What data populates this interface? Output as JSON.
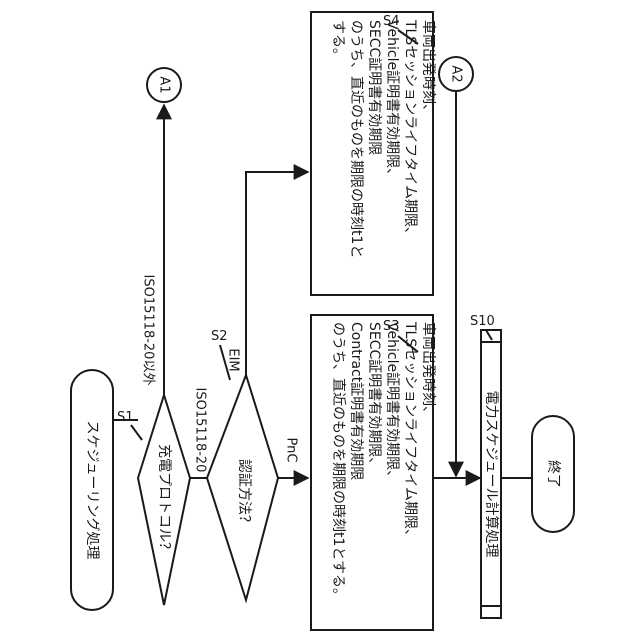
{
  "start_label": "スケジューリング処理",
  "end_label": "終了",
  "connectors": {
    "a1": "A1",
    "a2": "A2"
  },
  "steps": {
    "s1": "S1",
    "s2": "S2",
    "s3": "S3",
    "s4": "S4",
    "s10": "S10"
  },
  "decisions": {
    "protocol": "充電プロトコル？",
    "auth": "認証方法？"
  },
  "branches": {
    "iso_other": "ISO15118-20以外",
    "iso": "ISO15118-20",
    "eim": "EIM",
    "pnc": "PnC"
  },
  "process_s3": {
    "lines": [
      "車両出発時刻、",
      "TLSセッションライフタイム期限、",
      "Vehicle証明書有効期限、",
      "SECC証明書有効期限、",
      "Contract証明書有効期限",
      "のうち、直近のものを期限の時刻t1とする。"
    ]
  },
  "process_s4": {
    "lines": [
      "車両出発時刻、",
      "TLSセッションライフタイム期限、",
      "Vehicle証明書有効期限、",
      "SECC証明書有効期限",
      "のうち、直近のものを期限の時刻t1と",
      "する。"
    ]
  },
  "process_s10": "電力スケジュール計算処理"
}
